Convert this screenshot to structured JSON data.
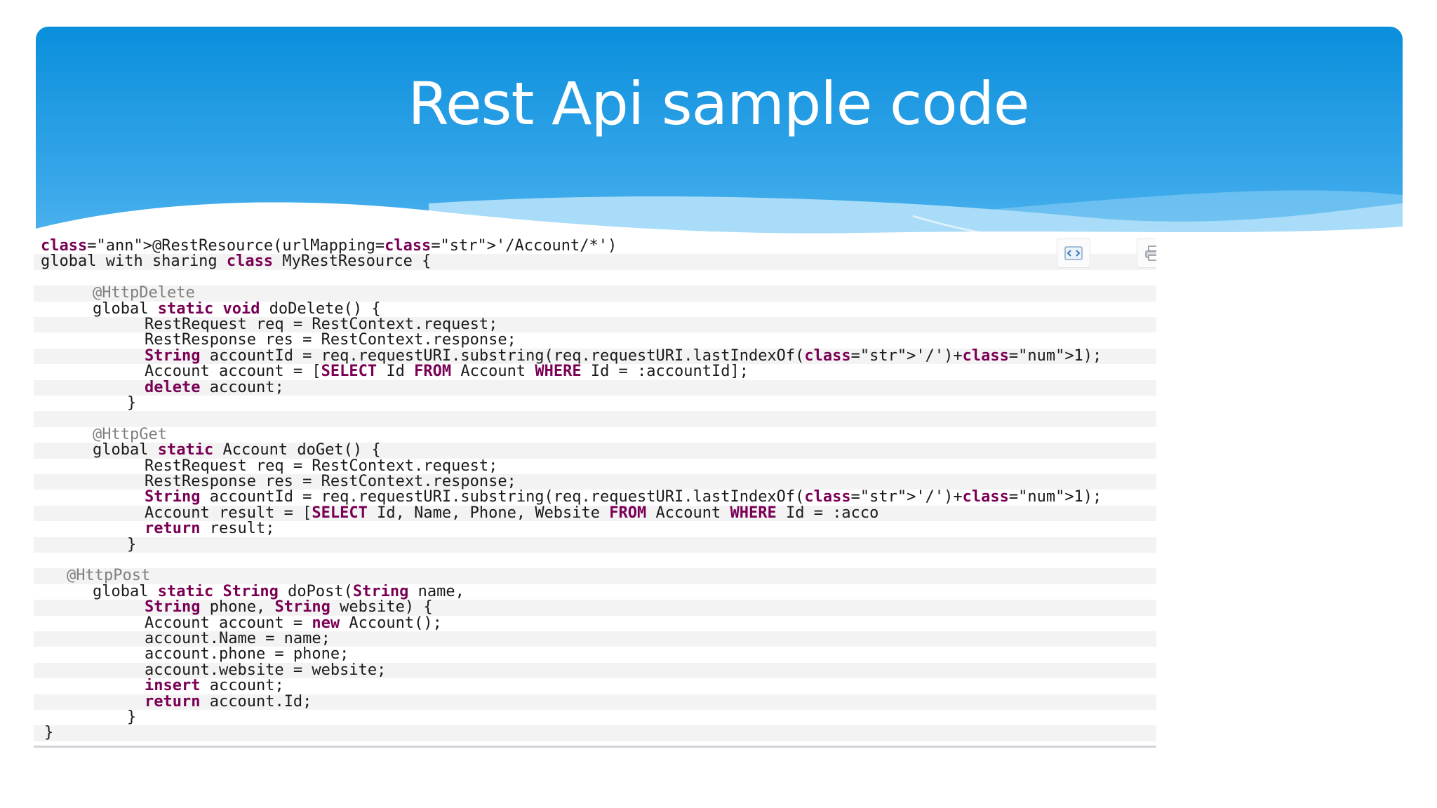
{
  "slide": {
    "title": "Rest Api sample code",
    "colors": {
      "banner_top": "#0a8fdc",
      "banner_bottom": "#5ab9ef",
      "wave_light": "#a9dcf8"
    }
  },
  "code": {
    "lines": [
      "@RestResource(urlMapping='/Account/*')",
      "global with sharing class MyRestResource {",
      "",
      "@HttpDelete",
      "global static void doDelete() {",
      "RestRequest req = RestContext.request;",
      "RestResponse res = RestContext.response;",
      "String accountId = req.requestURI.substring(req.requestURI.lastIndexOf('/')+1);",
      "Account account = [SELECT Id FROM Account WHERE Id = :accountId];",
      "delete account;",
      "}",
      "",
      "@HttpGet",
      "global static Account doGet() {",
      "RestRequest req = RestContext.request;",
      "RestResponse res = RestContext.response;",
      "String accountId = req.requestURI.substring(req.requestURI.lastIndexOf('/')+1);",
      "Account result = [SELECT Id, Name, Phone, Website FROM Account WHERE Id = :acco",
      "return result;",
      "}",
      "",
      "@HttpPost",
      "global static String doPost(String name,",
      "String phone, String website) {",
      "Account account = new Account();",
      "account.Name = name;",
      "account.phone = phone;",
      "account.website = website;",
      "insert account;",
      "return account.Id;",
      "}",
      "}"
    ],
    "toolbar_icons": [
      "view-source-icon",
      "print-icon"
    ]
  }
}
